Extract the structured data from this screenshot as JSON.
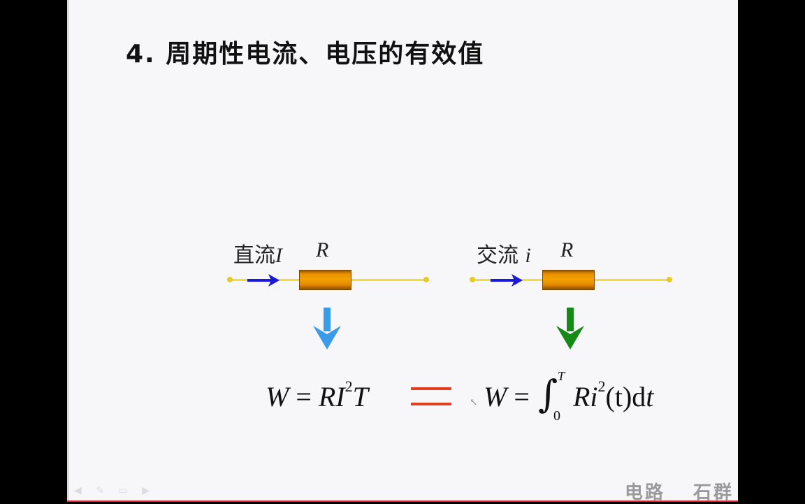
{
  "slide": {
    "title": "4. 周期性电流、电压的有效值",
    "dc": {
      "label_cn": "直流",
      "current_symbol": "I",
      "resistor_symbol": "R",
      "arrow_color": "#3a9be8"
    },
    "ac": {
      "label_cn": "交流",
      "current_symbol": "i",
      "resistor_symbol": "R",
      "arrow_color": "#168a16"
    },
    "formula_dc": {
      "lhs": "W",
      "eq": "=",
      "rhs_R": "RI",
      "rhs_exp": "2",
      "rhs_T": "T"
    },
    "equivalence_sign_color": "#e04020",
    "formula_ac": {
      "lhs": "W",
      "eq": "=",
      "integral": "∫",
      "upper": "T",
      "lower": "0",
      "integrand_R": "Ri",
      "integrand_exp": "2",
      "integrand_rest": "(t)d",
      "dt_var": "t"
    },
    "footer": {
      "course": "电路",
      "author": "石群"
    },
    "colors": {
      "wire": "#f3dc3a",
      "resistor": "#f3a100",
      "current_arrow": "#1a1ad8",
      "bottom_line": "#e0202a"
    }
  }
}
